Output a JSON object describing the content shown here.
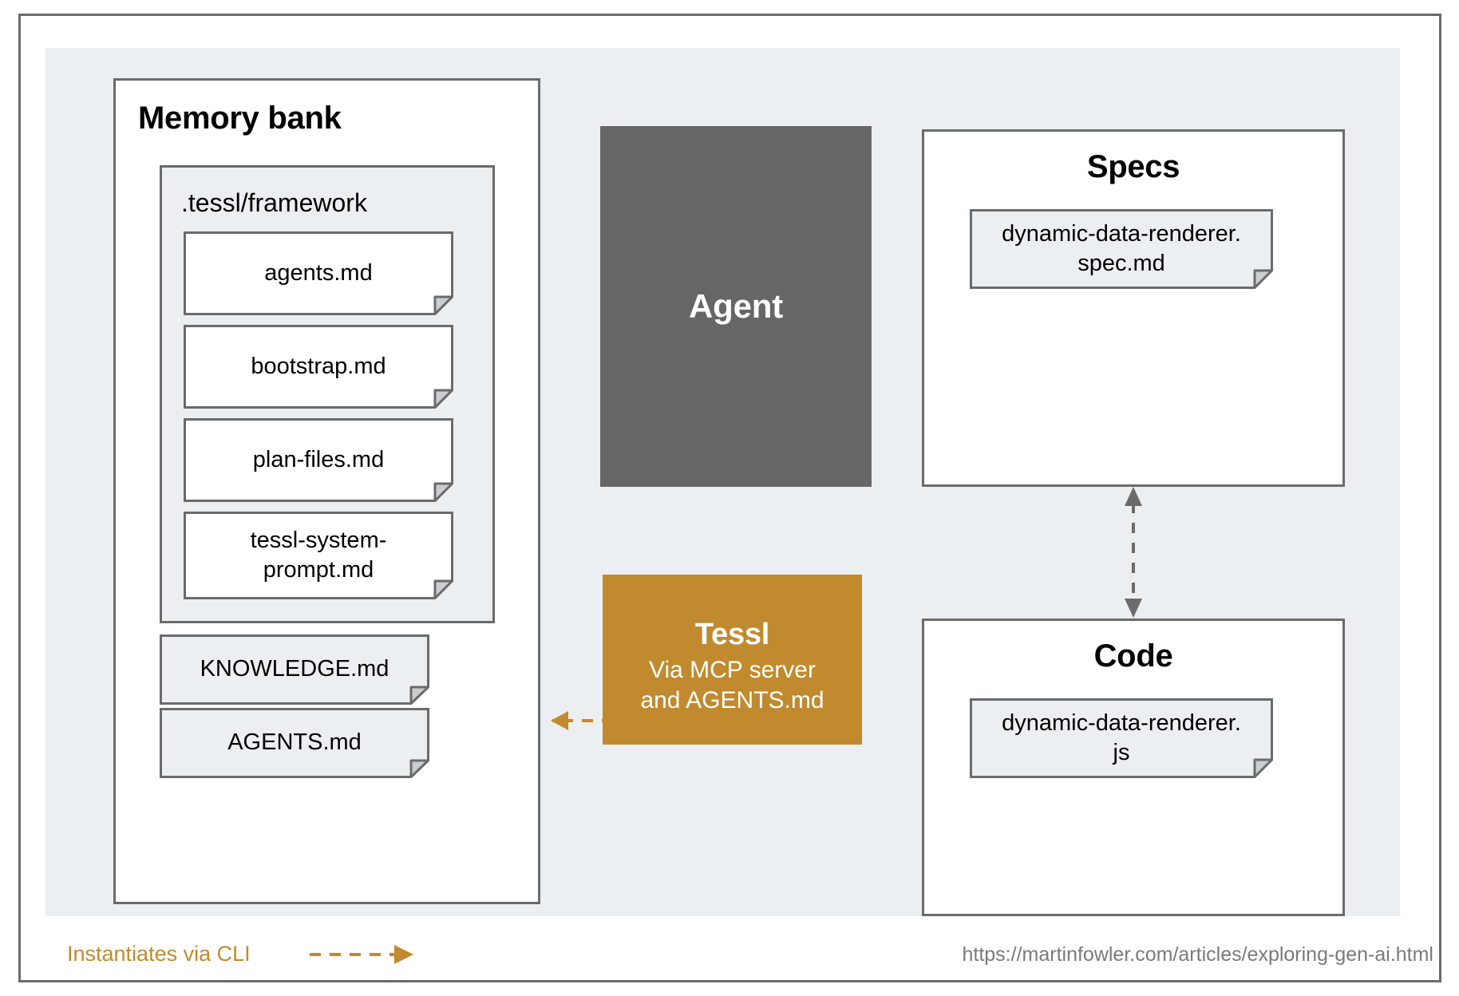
{
  "diagram": {
    "memory_bank": {
      "title": "Memory bank",
      "framework_group": {
        "label": ".tessl/framework",
        "files": [
          {
            "name": "agents.md"
          },
          {
            "name": "bootstrap.md"
          },
          {
            "name": "plan-files.md"
          },
          {
            "name": "tessl-system-prompt.md",
            "line1": "tessl-system-",
            "line2": "prompt.md"
          }
        ]
      },
      "root_files": [
        {
          "name": "KNOWLEDGE.md"
        },
        {
          "name": "AGENTS.md"
        }
      ]
    },
    "agent": {
      "label": "Agent"
    },
    "tessl": {
      "title": "Tessl",
      "subtitle_line1": "Via MCP server",
      "subtitle_line2": "and AGENTS.md"
    },
    "specs": {
      "title": "Specs",
      "files": [
        {
          "name": "dynamic-data-renderer.spec.md",
          "line1": "dynamic-data-renderer.",
          "line2": "spec.md"
        }
      ]
    },
    "code": {
      "title": "Code",
      "files": [
        {
          "name": "dynamic-data-renderer.js",
          "line1": "dynamic-data-renderer.",
          "line2": "js"
        }
      ]
    },
    "legend": {
      "label": "Instantiates via CLI"
    },
    "source": {
      "url": "https://martinfowler.com/articles/exploring-gen-ai.html"
    },
    "colors": {
      "accent_orange": "#c18a2e",
      "agent_gray": "#666666",
      "panel_bg": "#eceff1",
      "border_gray": "#6b6b6b",
      "url_gray": "#7a7a7a"
    }
  }
}
